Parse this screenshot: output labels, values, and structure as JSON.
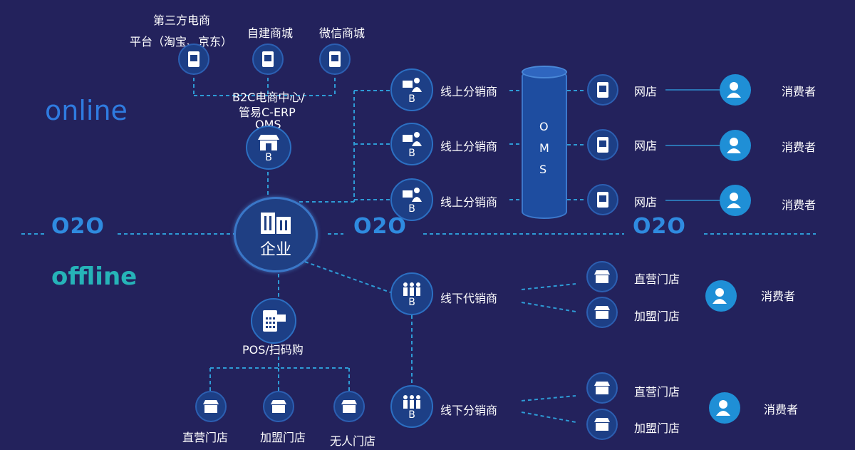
{
  "sections": {
    "online": "online",
    "offline": "offline",
    "o2o": "O2O"
  },
  "top_platforms": [
    {
      "label_line1": "第三方电商",
      "label_line2": "平台（淘宝、京东）",
      "icon": "phone-icon"
    },
    {
      "label": "自建商城",
      "icon": "phone-icon"
    },
    {
      "label": "微信商城",
      "icon": "phone-icon"
    }
  ],
  "b2c": {
    "line1": "B2C电商中心/",
    "line2": "管易C-ERP",
    "line3": "OMS",
    "letter": "B",
    "icon": "store-icon"
  },
  "enterprise": {
    "label": "企业",
    "icon": "building-icon"
  },
  "online_distributors": [
    {
      "label": "线上分销商",
      "letter": "B",
      "icon": "presenter-icon"
    },
    {
      "label": "线上分销商",
      "letter": "B",
      "icon": "presenter-icon"
    },
    {
      "label": "线上分销商",
      "letter": "B",
      "icon": "presenter-icon"
    }
  ],
  "oms": {
    "letters": [
      "O",
      "M",
      "S"
    ]
  },
  "online_shops": [
    {
      "shop": "网店",
      "consumer": "消费者"
    },
    {
      "shop": "网店",
      "consumer": "消费者"
    },
    {
      "shop": "网店",
      "consumer": "消费者"
    }
  ],
  "pos": {
    "label": "POS/扫码购",
    "icon": "pos-icon"
  },
  "pos_stores": [
    {
      "label": "直营门店",
      "icon": "shop-icon"
    },
    {
      "label": "加盟门店",
      "icon": "shop-icon"
    },
    {
      "label": "无人门店",
      "icon": "shop-icon"
    }
  ],
  "offline_distributors": [
    {
      "label": "线下代销商",
      "letter": "B",
      "icon": "group-icon",
      "stores": [
        "直营门店",
        "加盟门店"
      ],
      "consumer": "消费者"
    },
    {
      "label": "线下分销商",
      "letter": "B",
      "icon": "group-icon",
      "stores": [
        "直营门店",
        "加盟门店"
      ],
      "consumer": "消费者"
    }
  ],
  "colors": {
    "background": "#23225c",
    "online": "#2f7be0",
    "offline": "#26b3b8",
    "o2o": "#2f8be0",
    "line": "#2e9bd6"
  }
}
